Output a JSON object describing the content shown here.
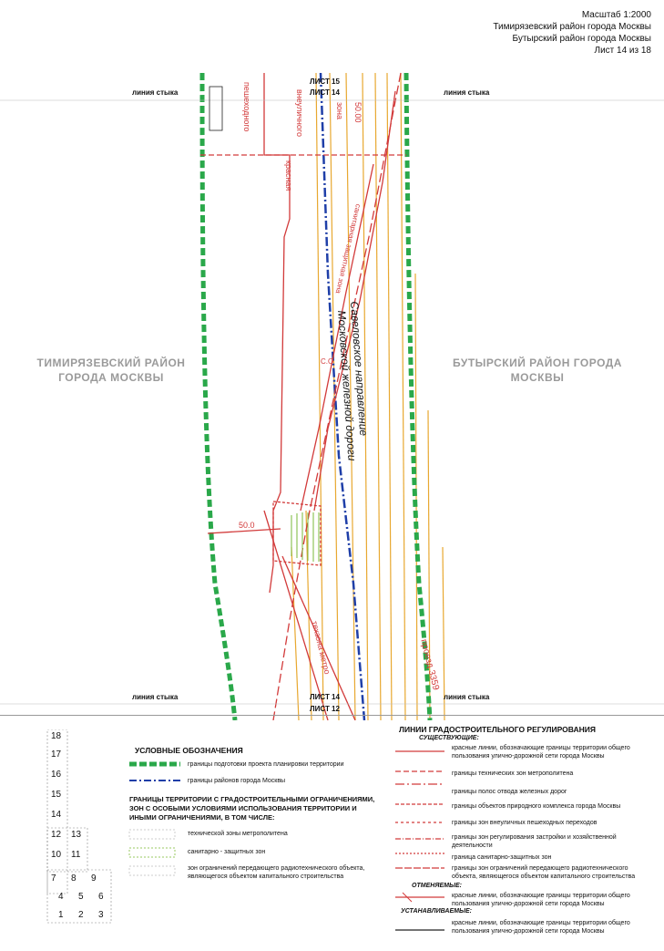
{
  "header": {
    "scale": "Масштаб 1:2000",
    "district1": "Тимирязевский район города Москвы",
    "district2": "Бутырский район города Москвы",
    "sheet": "Лист 14 из 18"
  },
  "map": {
    "seam_label": "линия стыка",
    "sheet_15": "ЛИСТ 15",
    "sheet_14": "ЛИСТ 14",
    "sheet_12": "ЛИСТ 12",
    "district_left_line1": "ТИМИРЯЗЕВСКИЙ РАЙОН",
    "district_left_line2": "ГОРОДА МОСКВЫ",
    "district_right_line1": "БУТЫРСКИЙ РАЙОН ГОРОДА",
    "district_right_line2": "МОСКВЫ",
    "railway_line1": "Савеловское направление",
    "railway_line2": "Московской железной дороги",
    "dim_50a": "50.0",
    "dim_50b": "50.00",
    "zone_label": "зона",
    "red_label": "красная",
    "vneul_label": "внеуличного",
    "pesh_label": "пешеходного",
    "tech_label": "техзона метро",
    "proezd_label": "проезд 3359",
    "sanit_label": "санитарная защитная зона",
    "so_label": "С.О"
  },
  "index_grid": {
    "cells": [
      "18",
      "17",
      "16",
      "15",
      "14",
      "12",
      "13",
      "10",
      "11",
      "7",
      "8",
      "9",
      "4",
      "5",
      "6",
      "1",
      "2",
      "3"
    ]
  },
  "legend": {
    "title": "УСЛОВНЫЕ ОБОЗНАЧЕНИЯ",
    "item1": "границы подготовки проекта планировки территории",
    "item2": "границы районов города Москвы",
    "restr_title": "ГРАНИЦЫ ТЕРРИТОРИИ С ГРАДОСТРОИТЕЛЬНЫМИ ОГРАНИЧЕНИЯМИ, ЗОН С ОСОБЫМИ УСЛОВИЯМИ ИСПОЛЬЗОВАНИЯ ТЕРРИТОРИИ И ИНЫМИ ОГРАНИЧЕНИЯМИ, В ТОМ ЧИСЛЕ:",
    "r1": "технической зоны метрополитена",
    "r2": "санитарно - защитных зон",
    "r3": "зон ограничений передающего радиотехнического объекта, являющегося объектом капитального строительства",
    "lines_title": "ЛИНИИ ГРАДОСТРОИТЕЛЬНОГО РЕГУЛИРОВАНИЯ",
    "existing": "СУЩЕСТВУЮЩИЕ:",
    "l1": "красные линии, обозначающие границы территории общего пользования улично-дорожной сети города Москвы",
    "l2": "границы технических зон метрополитена",
    "l3": "границы полос отвода железных дорог",
    "l4": "границы объектов природного комплекса города Москвы",
    "l5": "границы зон внеуличных пешеходных переходов",
    "l6": "границы зон регулирования застройки и хозяйственной деятельности",
    "l7": "граница санитарно-защитных зон",
    "l8": "границы зон ограничений передающего радиотехнического объекта, являющегося объектом капитального строительства",
    "cancelled": "ОТМЕНЯЕМЫЕ:",
    "c1": "красные линии, обозначающие границы территории общего пользования улично-дорожной сети города Москвы",
    "established": "УСТАНАВЛИВАЕМЫЕ:",
    "e1": "красные линии, обозначающие границы территории общего пользования улично-дорожной сети города Москвы"
  },
  "colors": {
    "boundary_green": "#2aa84a",
    "district_blue": "#1f3fa8",
    "red_line": "#d23a3a",
    "rail_orange": "#e0a020"
  }
}
